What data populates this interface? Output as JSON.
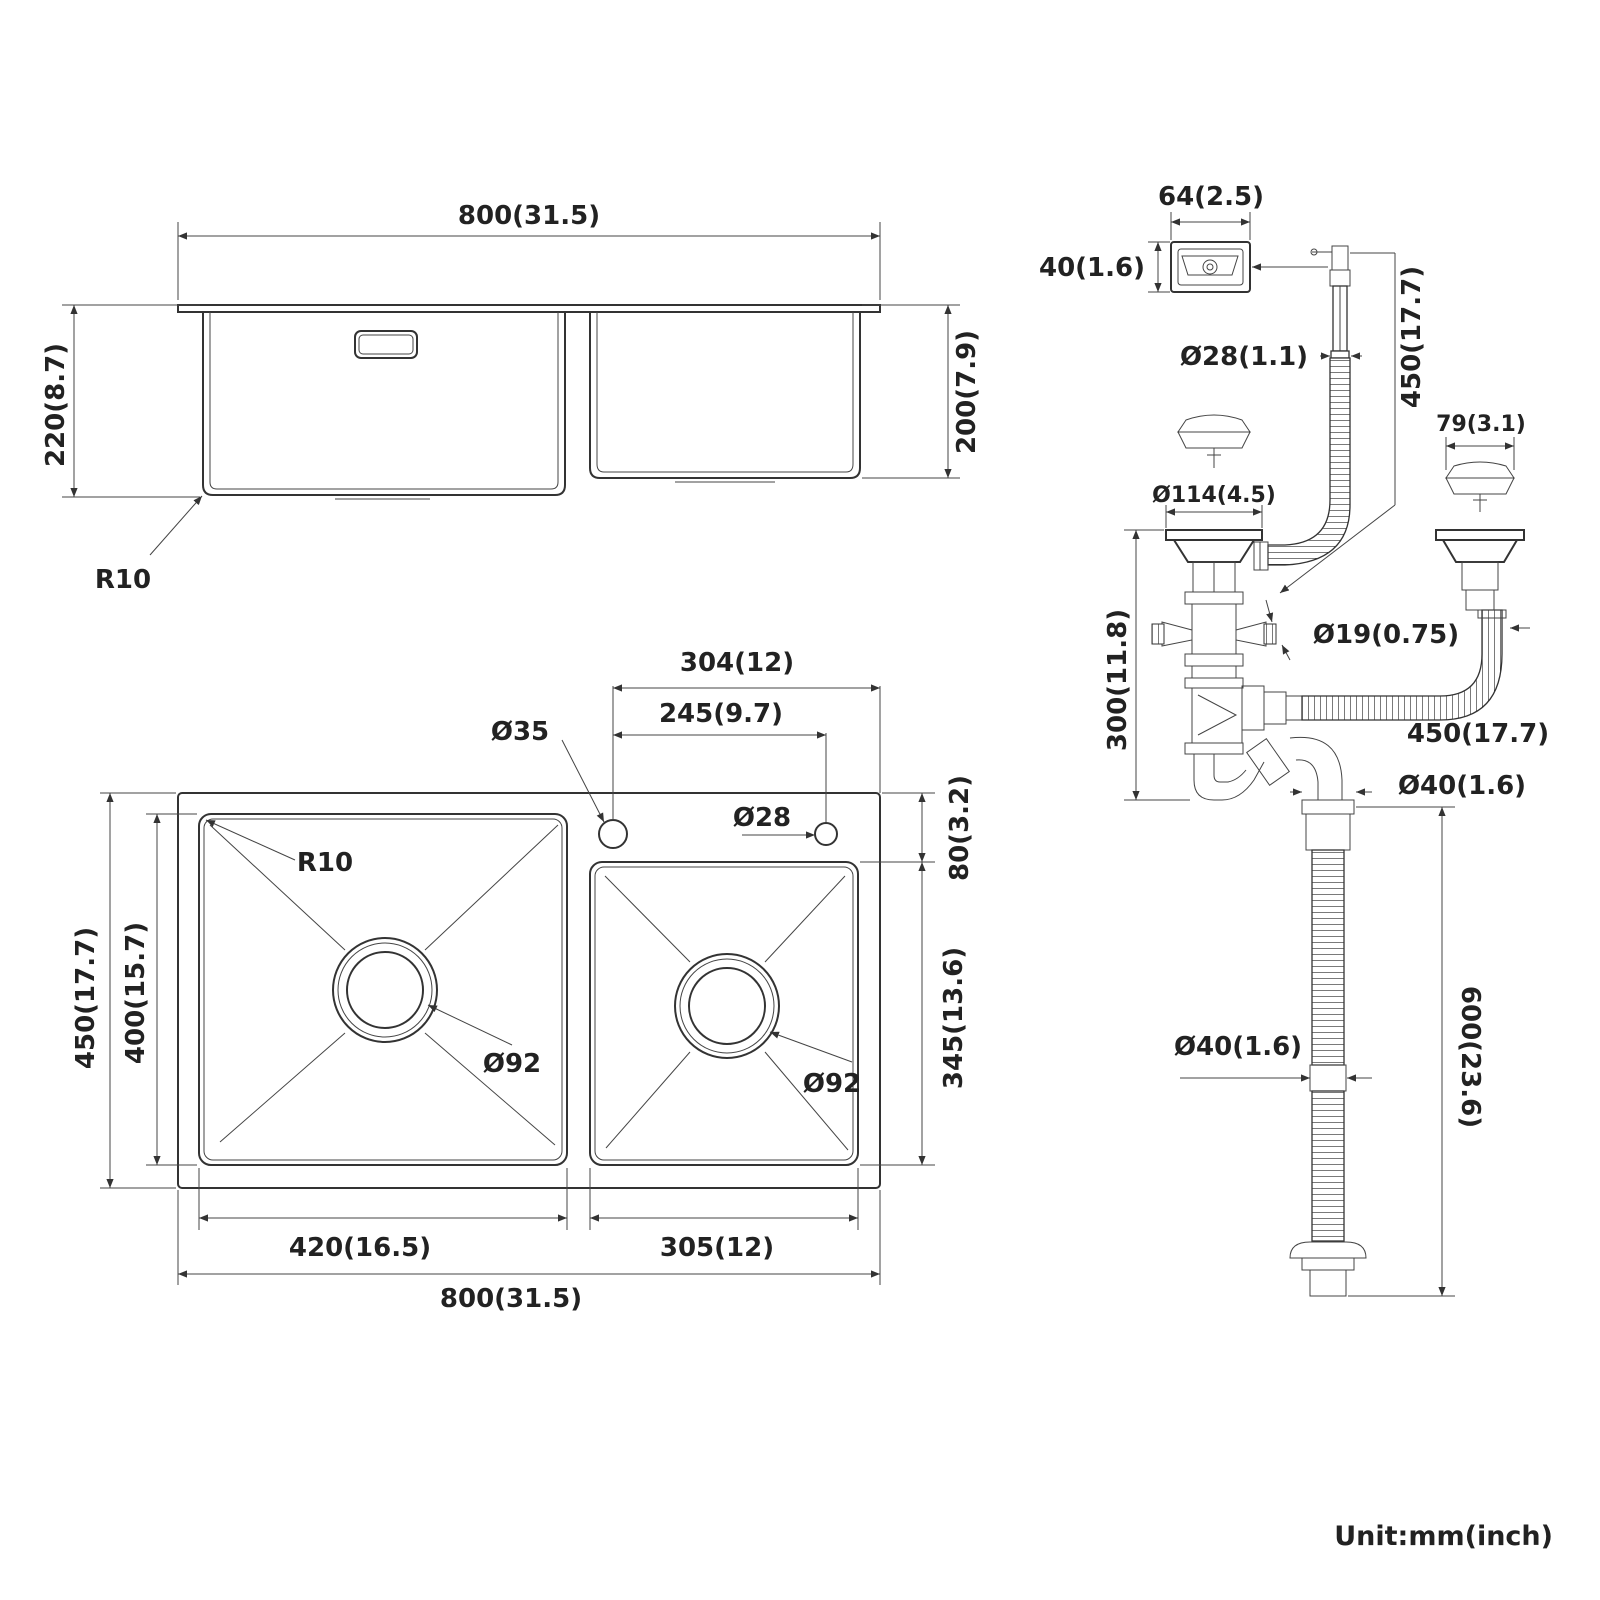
{
  "side_view": {
    "width": "800(31.5)",
    "depth_left": "220(8.7)",
    "depth_right": "200(7.9)",
    "corner_radius": "R10"
  },
  "top_view": {
    "hole_spacing_outer": "304(12)",
    "hole_spacing_inner": "245(9.7)",
    "hole_large": "Ø35",
    "hole_small": "Ø28",
    "corner_radius": "R10",
    "front_offset": "80(3.2)",
    "total_depth": "450(17.7)",
    "bowl_depth_left": "400(15.7)",
    "bowl_depth_right": "345(13.6)",
    "drain_left": "Ø92",
    "drain_right": "Ø92",
    "bowl_width_left": "420(16.5)",
    "bowl_width_right": "305(12)",
    "total_width": "800(31.5)"
  },
  "plumbing": {
    "overflow_width": "64(2.5)",
    "overflow_height": "40(1.6)",
    "overflow_hose_dia": "Ø28(1.1)",
    "overflow_hose_length": "450(17.7)",
    "strainer_right_dia": "79(3.1)",
    "strainer_left_dia": "Ø114(4.5)",
    "trap_height": "300(11.8)",
    "inlet_dia": "Ø19(0.75)",
    "connect_hose_length": "450(17.7)",
    "outlet_dia": "Ø40(1.6)",
    "drain_hose_dia": "Ø40(1.6)",
    "drain_hose_length": "600(23.6)"
  },
  "unit_label": "Unit:mm(inch)"
}
